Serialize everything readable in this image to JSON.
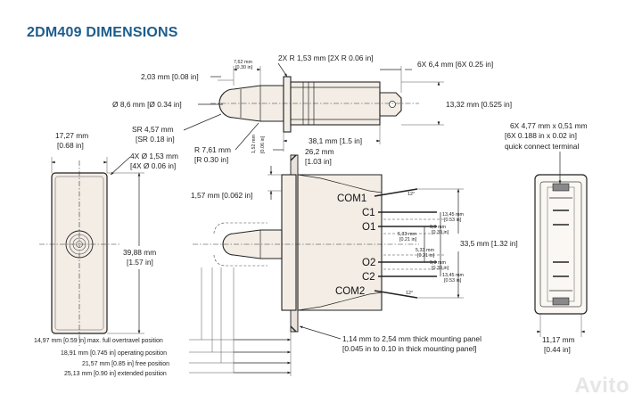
{
  "title": "2DM409 DIMENSIONS",
  "colors": {
    "title": "#1d5d8c",
    "body_fill": "#f3ede6",
    "line": "#222222"
  },
  "dims": {
    "d762": "7,62 mm",
    "d762_in": "[0.30 in]",
    "r153": "2X R 1,53 mm [2X R 0.06 in]",
    "d64": "6X 6,4 mm [6X 0.25 in]",
    "d203": "2,03 mm [0.08 in]",
    "d86": "Ø 8,6 mm [Ø 0.34 in]",
    "d1332": "13,32 mm [0.525 in]",
    "sr457": "SR 4,57 mm",
    "sr457_in": "[SR 0.18 in]",
    "r761": "R 7,61 mm",
    "r761_in": "[R 0.30 in]",
    "d152": "1,52 mm",
    "d152_in": "[0.06 in]",
    "d381": "38,1 mm [1.5 in]",
    "d262": "26,2 mm",
    "d262_in": "[1.03 in]",
    "d1727": "17,27 mm",
    "d1727_in": "[0.68 in]",
    "d153": "4X Ø 1,53 mm",
    "d153_in": "[4X Ø 0.06 in]",
    "d157": "1,57 mm [0.062 in]",
    "d3988": "39,88 mm",
    "d3988_in": "[1.57 in]",
    "a12_top": "12°",
    "a12_bot": "12°",
    "d1345a": "13,45 mm",
    "d1345a_in": "[0.53 in]",
    "d99a": "9,9 mm",
    "d99a_in": "[0.39 in]",
    "d533a": "5,33 mm",
    "d533a_in": "[0.21 in]",
    "d335": "33,5 mm [1.32 in]",
    "d533b": "5,33 mm",
    "d533b_in": "[0.21 in]",
    "d99b": "9,9 mm",
    "d99b_in": "[0.39 in]",
    "d1345b": "13,45 mm",
    "d1345b_in": "[0.53 in]",
    "qc1": "6X 4,77 mm x 0,51 mm",
    "qc2": "[6X 0.188 in x 0.02 in]",
    "qc3": "quick connect terminal",
    "pos1": "14,97 mm [0.59 in] max. full overtravel position",
    "pos2": "18,91 mm [0.745 in] operating position",
    "pos3": "21,57 mm [0.85 in] free position",
    "pos4": "25,13 mm [0.90 in] extended position",
    "pn1": "1,14 mm to 2,54 mm thick mounting panel",
    "pn2": "[0.045 in to 0.10 in thick mounting panel]",
    "d1117": "11,17 mm",
    "d1117_in": "[0.44 in]"
  },
  "terminals": {
    "com1": "COM1",
    "c1": "C1",
    "o1": "O1",
    "o2": "O2",
    "c2": "C2",
    "com2": "COM2"
  },
  "watermark": "Avito"
}
